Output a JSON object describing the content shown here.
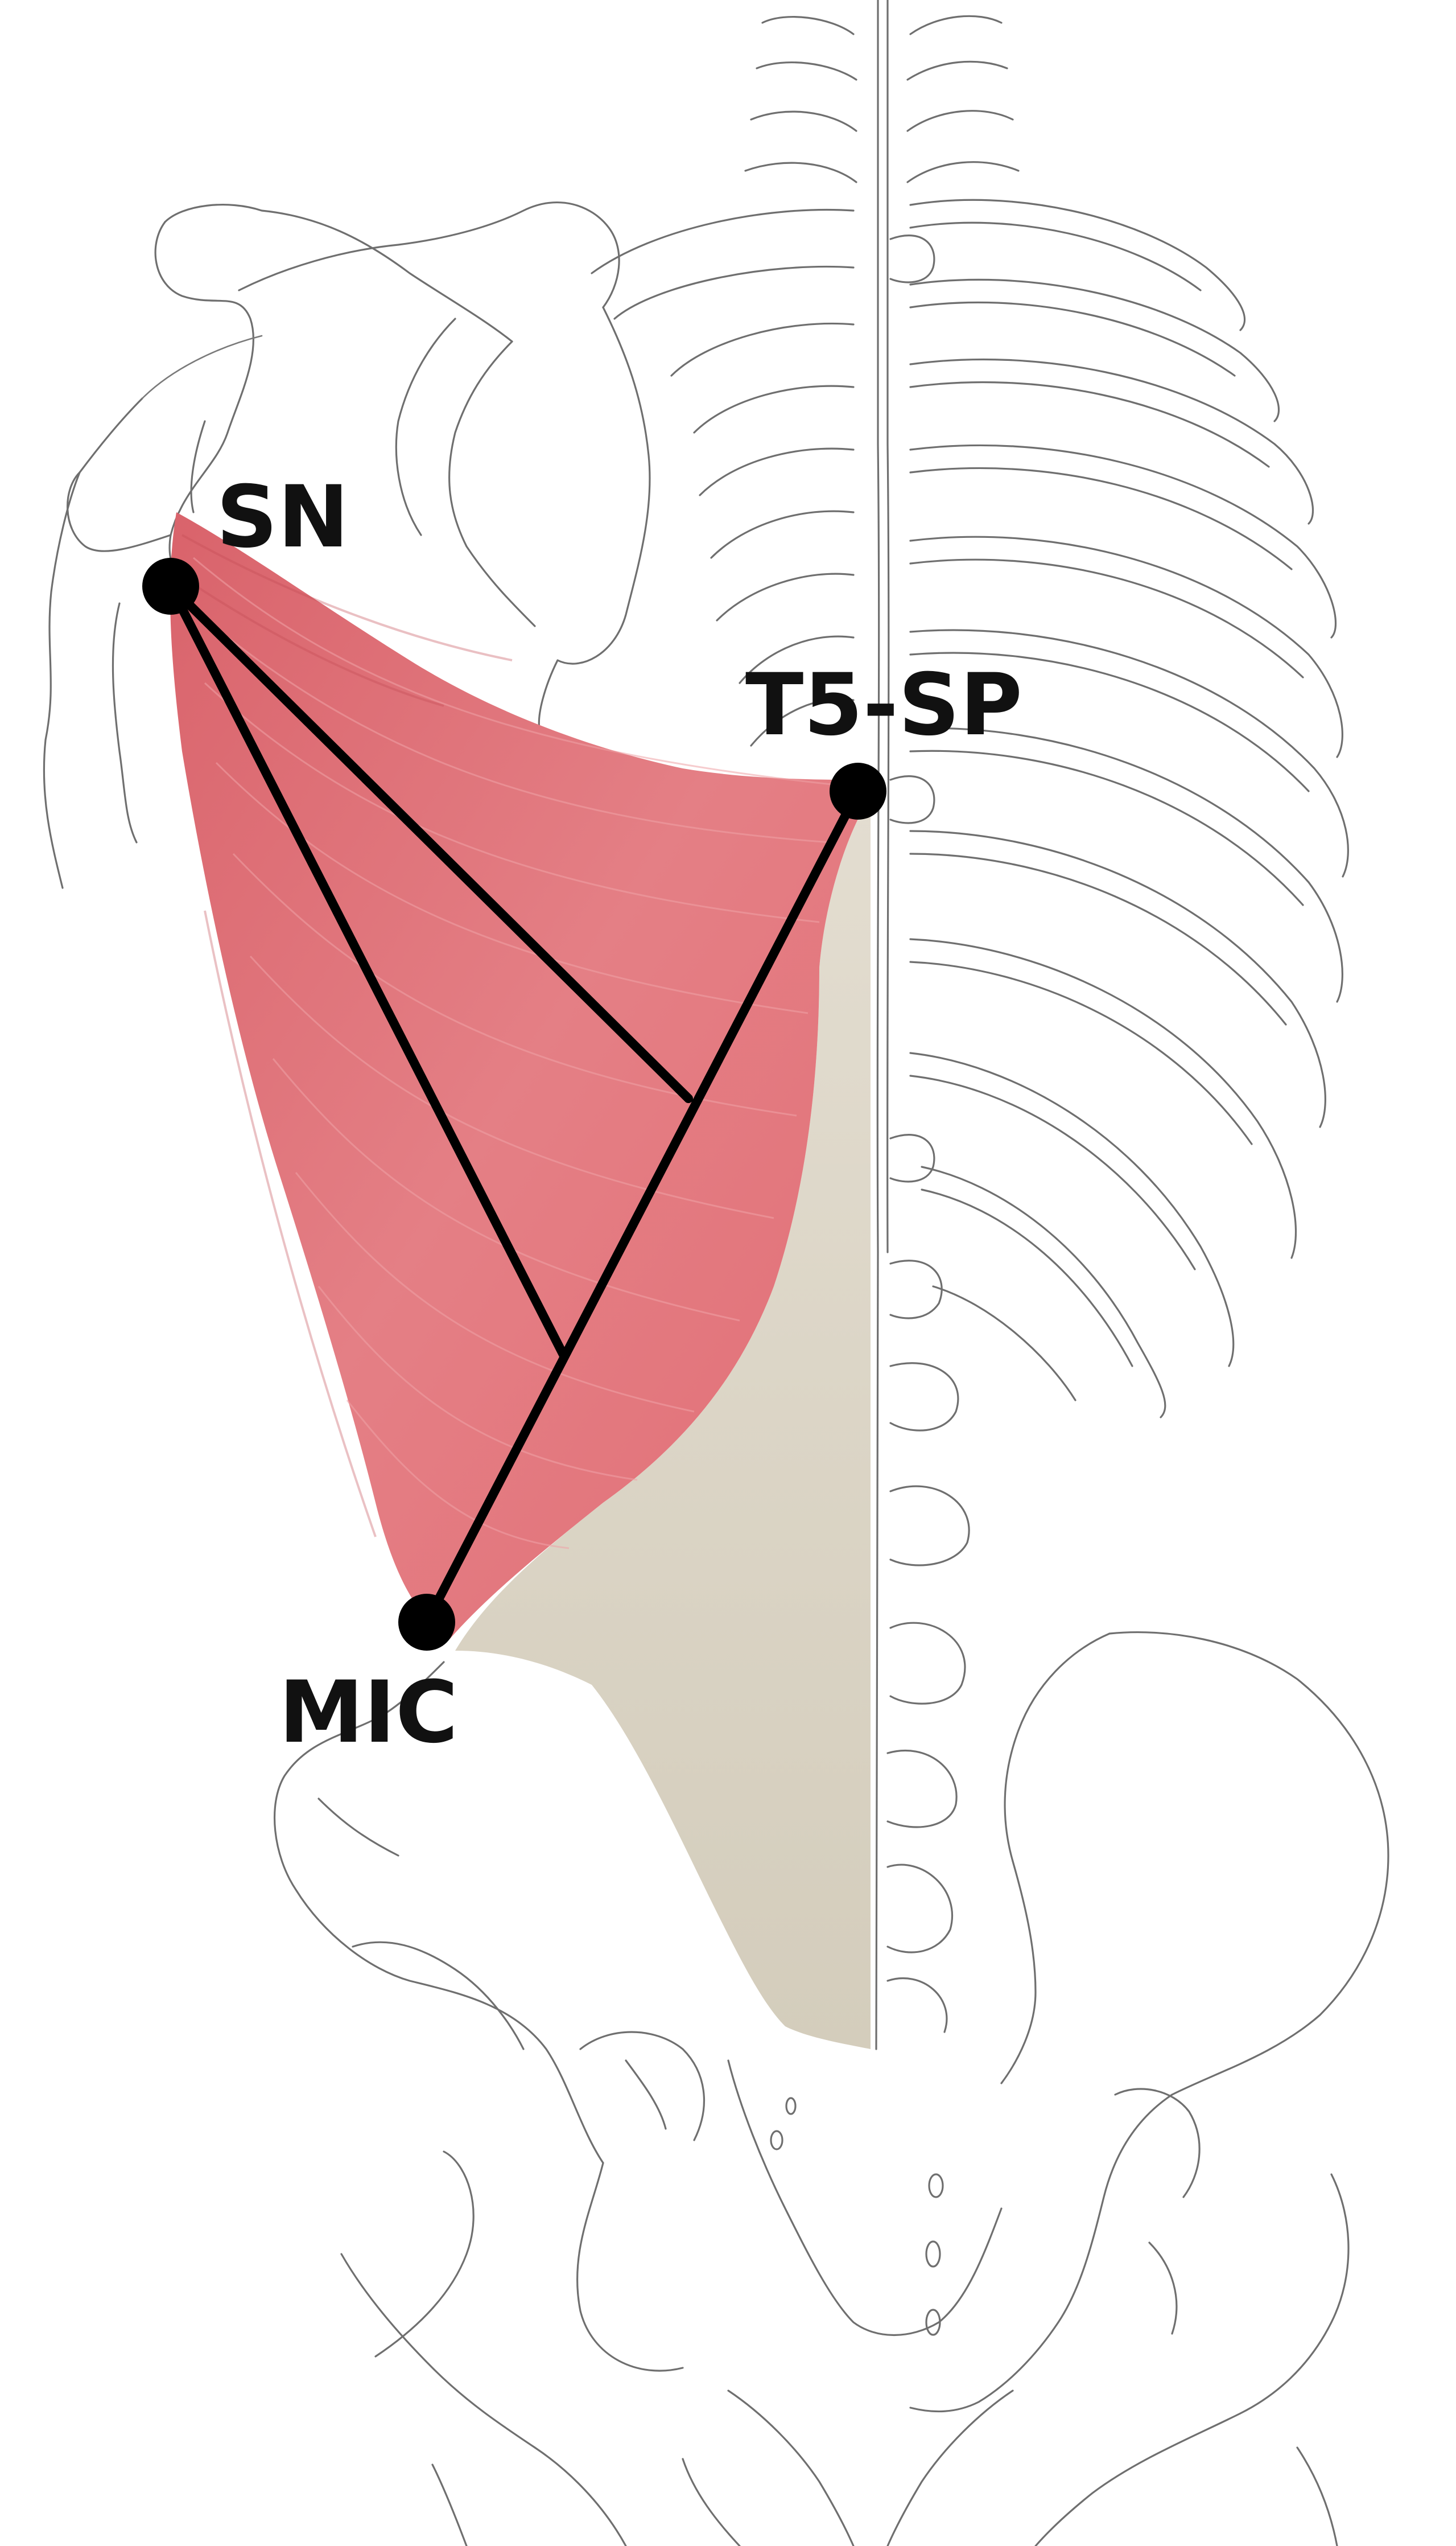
{
  "labels": {
    "sn": "SN",
    "t5_sp": "T5-SP",
    "mic": "MIC"
  },
  "colors": {
    "muscle": "#e07a80",
    "muscle_dark": "#cc5860",
    "aponeurosis": "#d9d3c4",
    "bone_outline": "#6f6f6f",
    "line": "#000000"
  }
}
